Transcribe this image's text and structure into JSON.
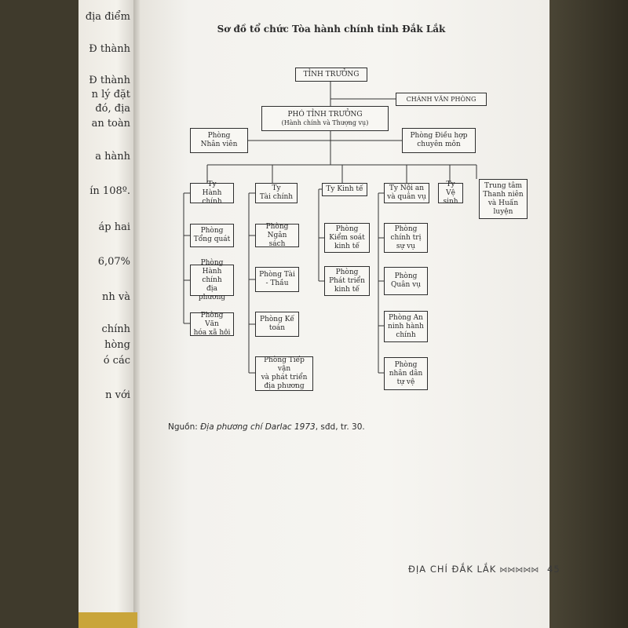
{
  "left_page_fragments": [
    "địa điểm",
    "Đ thành",
    "Đ thành",
    "n lý đặt",
    "đó, địa",
    "an toàn",
    "a hành",
    "ín 108º.",
    "áp hai",
    "6,07%",
    "nh và",
    "chính",
    "hòng",
    "ó các",
    "n với"
  ],
  "title": "Sơ đồ tổ chức Tòa hành chính tỉnh Đắk Lắk",
  "boxes": {
    "tinh_truong": "TỈNH TRƯỞNG",
    "chanh_van_phong": "CHÁNH VĂN PHÒNG",
    "pho_tinh_truong": "PHÓ TỈNH TRƯỞNG",
    "pho_tinh_truong_sub": "(Hành chính và Thượng vụ)",
    "phong_nhan_vien": "Phòng\nNhân viên",
    "phong_dieu_hop": "Phòng Điều hợp\nchuyên môn",
    "ty_hanh_chinh": "Ty\nHành chính",
    "ty_tai_chinh": "Ty\nTài chính",
    "ty_kinh_te": "Ty Kinh tế",
    "ty_noi_an": "Ty Nội an\nvà quân vụ",
    "ty_ve_sinh": "Ty\nVệ sinh",
    "trung_tam": "Trung tâm\nThanh niên\nvà Huấn\nluyện",
    "phong_tong_quat": "Phòng\nTổng quát",
    "phong_hanh_chinh_dp": "Phòng\nHành chính\nđịa phương",
    "phong_van_hoa": "Phòng Văn\nhóa xã hội",
    "phong_ngan_sach": "Phòng\nNgân sách",
    "phong_tai_thau": "Phòng Tài\n- Thầu",
    "phong_ke_toan": "Phòng Kế\ntoán",
    "phong_tiep_van": "Phòng Tiếp vận\nvà phát triển\nđịa phương",
    "phong_kiem_soat": "Phòng\nKiểm soát\nkinh tế",
    "phong_phat_trien": "Phòng\nPhát triển\nkinh tế",
    "phong_chinh_tri": "Phòng\nchính trị\nsự vụ",
    "phong_quan_vu": "Phòng\nQuân vụ",
    "phong_an_ninh": "Phòng An\nninh hành\nchính",
    "phong_nhan_dan": "Phòng\nnhân dân\ntự vệ"
  },
  "source": {
    "prefix": "Nguồn: ",
    "work": "Địa phương chí Darlac 1973",
    "suffix": ", sđd, tr. 30."
  },
  "footer": {
    "book_title": "ĐỊA CHÍ ĐẮK LẮK",
    "ornament": "⋈⋈⋈⋈⋈",
    "page_number": "45"
  }
}
